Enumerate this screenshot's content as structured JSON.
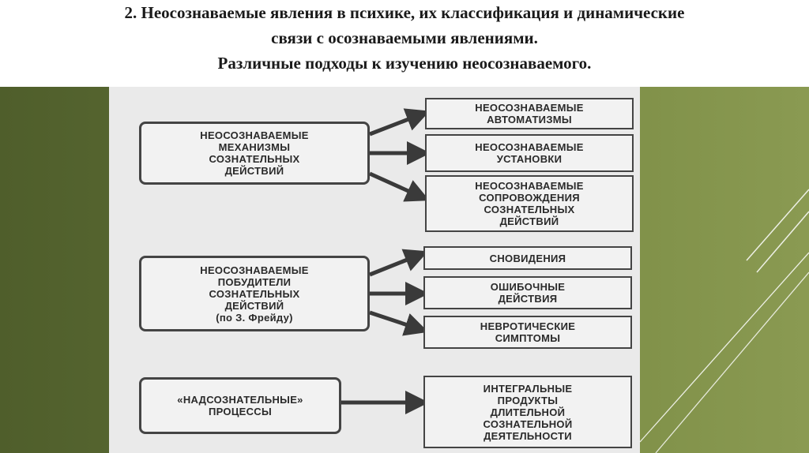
{
  "title": {
    "line1": "2. Неосознаваемые явления в психике, их классификация и динамические",
    "line2": "связи с осознаваемыми явлениями.",
    "line3": "Различные подходы к изучению неосознаваемого."
  },
  "diagram": {
    "left_boxes": [
      {
        "label": "НЕОСОЗНАВАЕМЫЕ\nМЕХАНИЗМЫ\nСОЗНАТЕЛЬНЫХ\nДЕЙСТВИЙ"
      },
      {
        "label": "НЕОСОЗНАВАЕМЫЕ\nПОБУДИТЕЛИ\nСОЗНАТЕЛЬНЫХ\nДЕЙСТВИЙ\n(по З. Фрейду)"
      },
      {
        "label": "«НАДСОЗНАТЕЛЬНЫЕ»\nПРОЦЕССЫ"
      }
    ],
    "right_boxes": [
      {
        "label": "НЕОСОЗНАВАЕМЫЕ\nАВТОМАТИЗМЫ"
      },
      {
        "label": "НЕОСОЗНАВАЕМЫЕ\nУСТАНОВКИ"
      },
      {
        "label": "НЕОСОЗНАВАЕМЫЕ\nСОПРОВОЖДЕНИЯ\nСОЗНАТЕЛЬНЫХ\nДЕЙСТВИЙ"
      },
      {
        "label": "СНОВИДЕНИЯ"
      },
      {
        "label": "ОШИБОЧНЫЕ\nДЕЙСТВИЯ"
      },
      {
        "label": "НЕВРОТИЧЕСКИЕ\nСИМПТОМЫ"
      },
      {
        "label": "ИНТЕГРАЛЬНЫЕ\nПРОДУКТЫ\nДЛИТЕЛЬНОЙ\nСОЗНАТЕЛЬНОЙ\nДЕЯТЕЛЬНОСТИ"
      }
    ]
  },
  "colors": {
    "background_dark": "#4f5e2b",
    "background_light": "#8a9a52",
    "scan_paper": "#eaeaea",
    "box_border": "#444444",
    "arrow": "#3a3a3a"
  }
}
